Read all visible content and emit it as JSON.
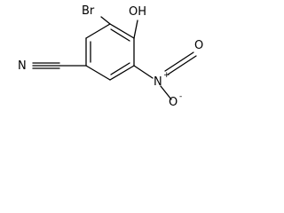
{
  "molecule": {
    "atoms": {
      "bromine": "Br",
      "hydroxyl": "OH",
      "nitrile_nitrogen": "N",
      "nitro_nitrogen": "N",
      "nitro_charge_plus": "+",
      "nitro_oxygen_top": "O",
      "nitro_oxygen_bottom": "O",
      "nitro_charge_minus": "-"
    }
  },
  "colors": {
    "bond": "#000000",
    "text": "#000000",
    "background": "#ffffff"
  }
}
